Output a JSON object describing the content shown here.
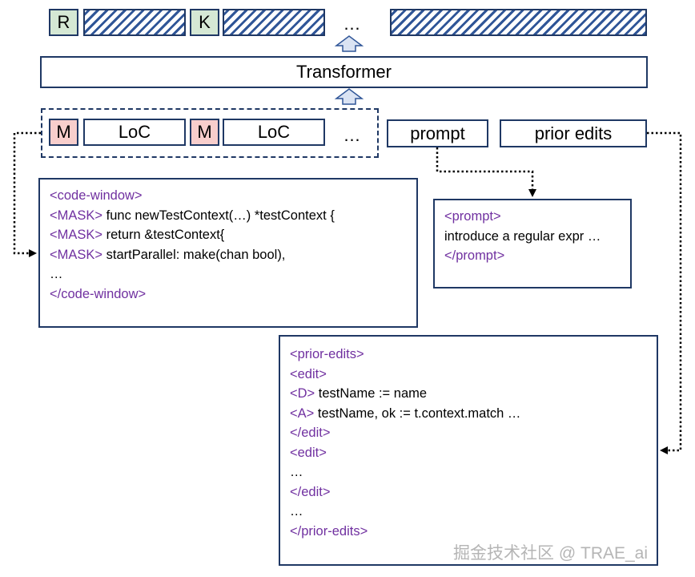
{
  "output_row": {
    "tokens": [
      {
        "label": "R"
      },
      {
        "label": "K"
      }
    ],
    "ellipsis": "…"
  },
  "transformer": {
    "label": "Transformer"
  },
  "input_row": {
    "mask_label": "M",
    "loc_label": "LoC",
    "ellipsis": "…",
    "prompt_label": "prompt",
    "prior_edits_label": "prior edits"
  },
  "code_window": {
    "lines": [
      {
        "tag": "<code-window>",
        "text": ""
      },
      {
        "tag": "<MASK>",
        "text": " func newTestContext(…) *testContext {"
      },
      {
        "tag": "<MASK>",
        "text": " return &testContext{"
      },
      {
        "tag": "<MASK>",
        "text": " startParallel: make(chan bool),"
      },
      {
        "tag": "",
        "text": "…"
      },
      {
        "tag": "</code-window>",
        "text": ""
      }
    ]
  },
  "prompt_box": {
    "lines": [
      {
        "tag": "<prompt>",
        "text": ""
      },
      {
        "tag": "",
        "text": "introduce a regular expr …"
      },
      {
        "tag": "</prompt>",
        "text": ""
      }
    ]
  },
  "prior_edits_box": {
    "lines": [
      {
        "tag": "<prior-edits>",
        "text": ""
      },
      {
        "tag": "<edit>",
        "text": ""
      },
      {
        "tag": "<D>",
        "text": " testName := name"
      },
      {
        "tag": "<A>",
        "text": " testName, ok := t.context.match …"
      },
      {
        "tag": "</edit>",
        "text": ""
      },
      {
        "tag": "<edit>",
        "text": ""
      },
      {
        "tag": "",
        "text": "…"
      },
      {
        "tag": "</edit>",
        "text": ""
      },
      {
        "tag": "",
        "text": "…"
      },
      {
        "tag": "</prior-edits>",
        "text": ""
      }
    ]
  },
  "watermark": "掘金技术社区 @ TRAE_ai",
  "colors": {
    "border": "#1f3864",
    "tag": "#7030a0",
    "green_token": "#d5e8d4",
    "red_token": "#f8cecc",
    "arrow_fill": "#dae3f3",
    "hatch": "#2f5597"
  }
}
